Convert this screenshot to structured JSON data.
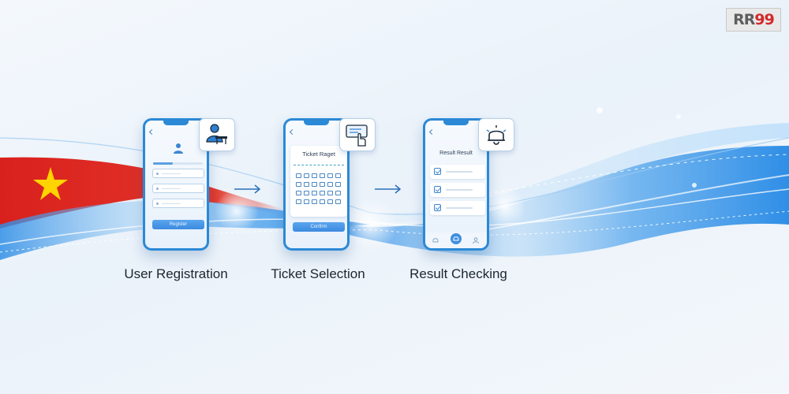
{
  "brand": {
    "logo_left": "RR",
    "logo_right": "99"
  },
  "colors": {
    "flag_red": "#d9201d",
    "flag_star": "#ffd400",
    "wave_blue": "#2f8ee6",
    "phone_blue": "#2b89d6"
  },
  "steps": [
    {
      "caption": "User Registration",
      "badge_icon": "user-at-desk-icon",
      "screen": {
        "button_label": "Register",
        "progress": 0.4
      }
    },
    {
      "caption": "Ticket Selection",
      "badge_icon": "ticket-tap-icon",
      "screen": {
        "title": "Ticket Raget",
        "button_label": "Confirm"
      }
    },
    {
      "caption": "Result Checking",
      "badge_icon": "bell-icon",
      "screen": {
        "title": "Result Result"
      }
    }
  ]
}
